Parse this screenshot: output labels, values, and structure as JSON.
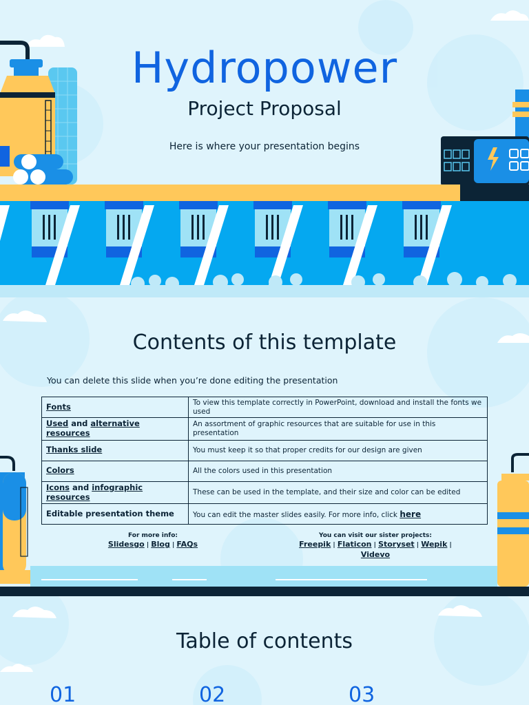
{
  "cover": {
    "title": "Hydropower",
    "subtitle": "Project Proposal",
    "tagline": "Here is where your presentation begins"
  },
  "contents": {
    "title": "Contents of this template",
    "description": "You can delete this slide when you’re done editing the presentation",
    "rows": [
      {
        "key": "Fonts",
        "value": "To view this template correctly in PowerPoint, download and install the fonts we used"
      },
      {
        "key_a": "Used",
        "key_b": " and ",
        "key_c": "alternative resources",
        "value": "An assortment of graphic resources that are suitable for use in this presentation"
      },
      {
        "key": "Thanks slide",
        "value": "You must keep it so that proper credits for our design are given"
      },
      {
        "key": "Colors",
        "value": "All the colors used in this presentation"
      },
      {
        "key_a": "Icons",
        "key_b": " and ",
        "key_c": "infographic resources",
        "value": "These can be used in the template, and their size and color can be edited"
      },
      {
        "key": "Editable presentation theme",
        "value": "You can edit the master slides easily. For more info, click ",
        "link": "here"
      }
    ],
    "more_info": {
      "label": "For more info:",
      "links": [
        "Slidesgo",
        "Blog",
        "FAQs"
      ]
    },
    "sister": {
      "label": "You can visit our sister projects:",
      "links": [
        "Freepik",
        "Flaticon",
        "Storyset",
        "Wepik",
        "Videvo"
      ]
    },
    "separator": " | "
  },
  "toc": {
    "title": "Table of contents",
    "numbers": [
      "01",
      "02",
      "03"
    ]
  },
  "colors": {
    "accent": "#1064e0",
    "dark": "#0c2436",
    "sky": "#dff4fc",
    "water": "#05a8f0",
    "yellow": "#ffc85a"
  }
}
